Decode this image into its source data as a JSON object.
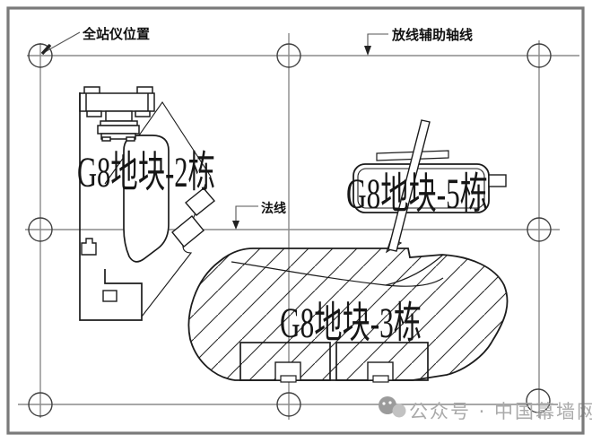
{
  "drawing": {
    "annotations": {
      "total_station": "全站仪位置",
      "aux_axis": "放线辅助轴线",
      "normal_line": "法线"
    },
    "buildings": {
      "b2_label": "G8地块-2栋",
      "b5_label": "G8地块-5栋",
      "b3_label": "G8地块-3栋"
    },
    "watermark": {
      "text": "公众号 · 中国幕墙网",
      "icon": "wechat-public-account-icon"
    },
    "colors": {
      "line": "#1c1c1c",
      "grid": "#8a8a8a",
      "circle": "#3f3f3f",
      "frame": "#7a7a7a",
      "leader": "#555555",
      "watermark": "#aaaaaa",
      "watermark_icon_dark": "#9b9b9b",
      "watermark_icon_light": "#c2c2c2"
    }
  }
}
